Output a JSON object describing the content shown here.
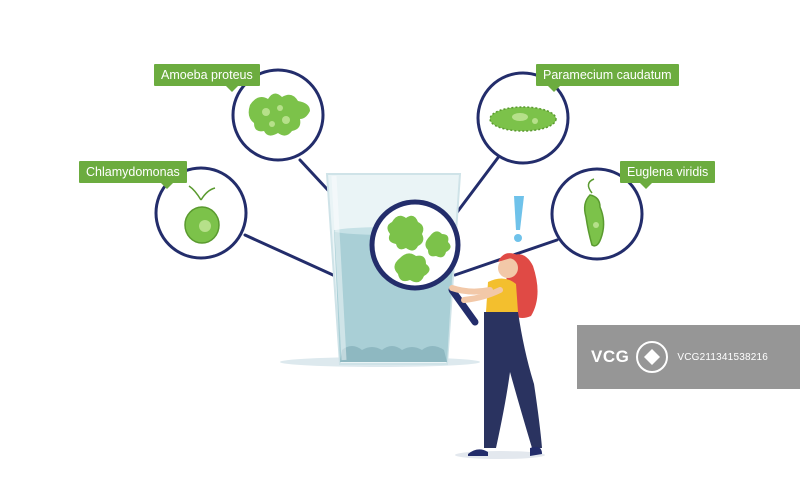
{
  "labels": {
    "amoeba": "Amoeba proteus",
    "paramecium": "Paramecium caudatum",
    "chlamydomonas": "Chlamydomonas",
    "euglena": "Euglena viridis"
  },
  "watermark": {
    "logo_text": "VCG",
    "image_id": "VCG211341538216"
  },
  "colors": {
    "label_green": "#6cac3f",
    "circle_stroke": "#232d6b",
    "microbe_green": "#7cc24a",
    "water": "#a9cfd6",
    "character_shirt": "#f3bf2e",
    "character_hair": "#e04a45",
    "character_pants": "#2a3360"
  }
}
